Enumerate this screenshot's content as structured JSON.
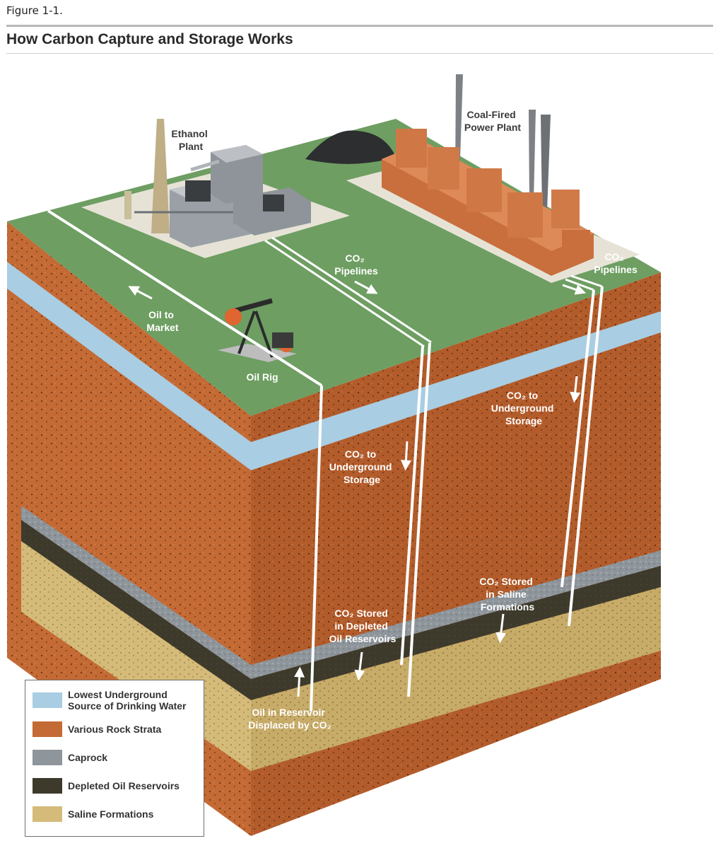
{
  "figure": {
    "label": "Figure 1-1.",
    "title": "How Carbon Capture and Storage Works"
  },
  "labels": {
    "ethanol_plant": [
      "Ethanol",
      "Plant"
    ],
    "coal_plant": [
      "Coal-Fired",
      "Power Plant"
    ],
    "pipelines_left": [
      "CO₂",
      "Pipelines"
    ],
    "pipelines_right": [
      "CO₂",
      "Pipelines"
    ],
    "oil_to_market": [
      "Oil to",
      "Market"
    ],
    "oil_rig": "Oil Rig",
    "underground_storage_left": [
      "CO₂ to",
      "Underground",
      "Storage"
    ],
    "underground_storage_right": [
      "CO₂ to",
      "Underground",
      "Storage"
    ],
    "stored_depleted": [
      "CO₂ Stored",
      "in Depleted",
      "Oil Reservoirs"
    ],
    "stored_saline": [
      "CO₂ Stored",
      "in Saline",
      "Formations"
    ],
    "oil_displaced": [
      "Oil in Reservoir",
      "Displaced by CO₂"
    ]
  },
  "legend": [
    {
      "label": "Lowest Underground Source of Drinking Water",
      "color": "#a9cde2"
    },
    {
      "label": "Various Rock Strata",
      "color": "#c46a34"
    },
    {
      "label": "Caprock",
      "color": "#8e959b"
    },
    {
      "label": "Depleted Oil Reservoirs",
      "color": "#3d3a2c"
    },
    {
      "label": "Saline Formations",
      "color": "#d4bb79"
    }
  ],
  "colors": {
    "surface_green": "#6e9e62",
    "rock_orange": "#c46a34",
    "rock_orange_dark": "#a85427",
    "aquifer_blue": "#a9cde2",
    "caprock_gray": "#8e959b",
    "oil_dark": "#3d3a2c",
    "saline_tan": "#d4bb79",
    "brick": "#cc7a4a"
  }
}
